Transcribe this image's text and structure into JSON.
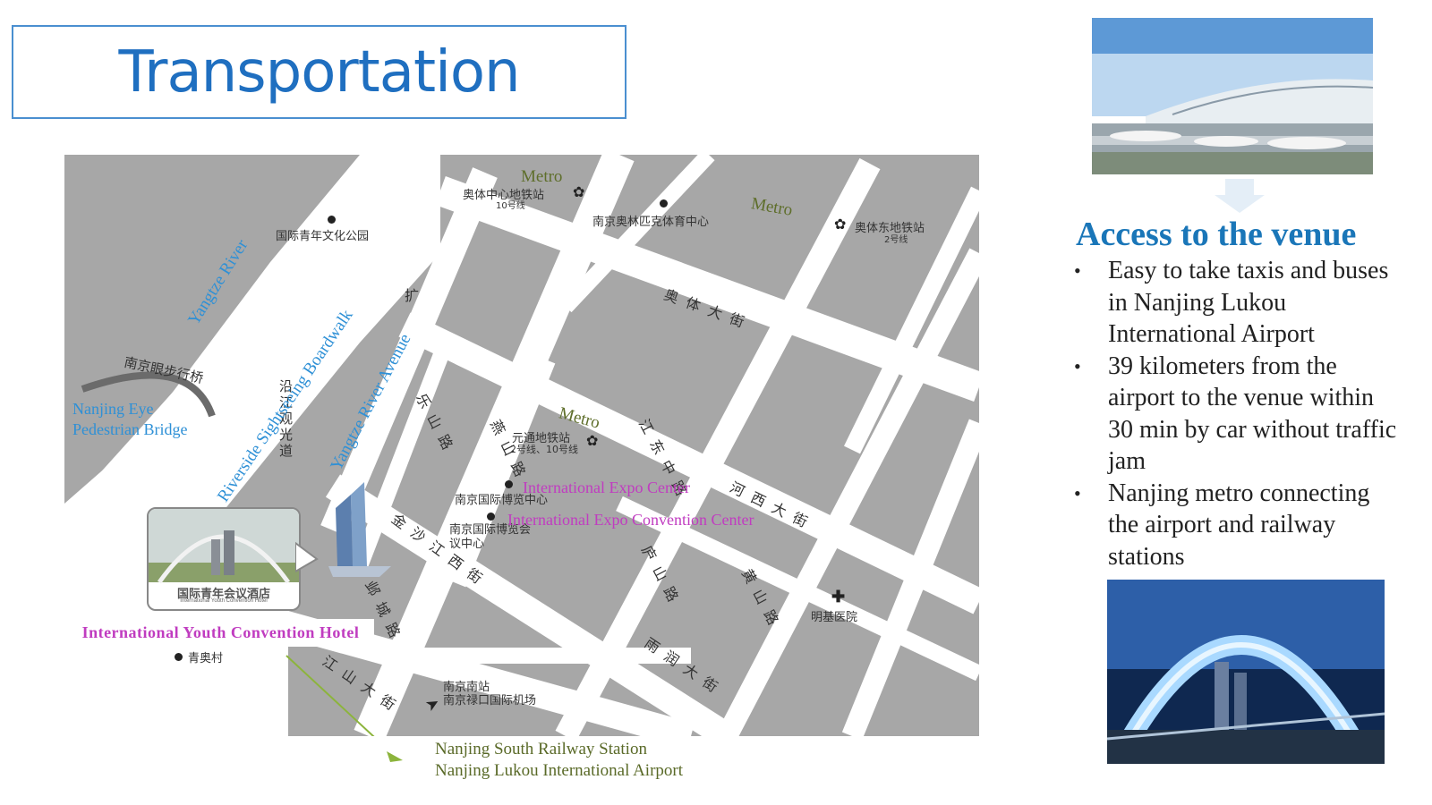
{
  "title": "Transportation",
  "map": {
    "metro_labels": [
      "Metro",
      "Metro",
      "Metro"
    ],
    "stations": {
      "ti_zhongxin": {
        "name": "奥体中心地铁站",
        "line": "10号线"
      },
      "ti_east": {
        "name": "奥体东地铁站",
        "line": "2号线"
      },
      "yuantong": {
        "name": "元通地铁站",
        "line": "2号线、10号线"
      }
    },
    "places": {
      "youth_park": "国际青年文化公园",
      "olympic_center": "南京奥林匹克体育中心",
      "expo_center_cn": "南京国际博览中心",
      "expo_convention_cn": "南京国际博览会议中心",
      "mingji_hospital": "明基医院",
      "qingaocun": "青奥村",
      "south_station_cn": "南京南站",
      "lukou_cn": "南京禄口国际机场",
      "eye_bridge_cn": "南京眼步行桥",
      "boardwalk_cn": "沿江观光道"
    },
    "roads": {
      "aoti": "奥体大街",
      "jiangdong": "江东中路",
      "hexi": "河西大街",
      "jinsha": "金沙江西街",
      "jiangshan": "江山大街",
      "lushan": "庐山路",
      "huangshan": "黄山路",
      "yuhe": "雨润大街",
      "leshan": "乐山路",
      "yanshan": "燕山路",
      "yecheng": "邺城路",
      "kuo": "扩"
    },
    "english_labels": {
      "yangtze_river": "Yangtze River",
      "boardwalk": "Riverside Sightseeing Boardwalk",
      "avenue": "Yangtze River Avenue",
      "eye_bridge_line1": "Nanjing Eye",
      "eye_bridge_line2": "Pedestrian Bridge",
      "expo_center": "International Expo Center",
      "expo_convention": "International Expo Convention Center"
    },
    "inset": {
      "name_cn": "国际青年会议酒店",
      "name_en": "International Youth Convention Hotel"
    }
  },
  "hotel_label": "International Youth Convention Hotel",
  "destinations": [
    "Nanjing South Railway Station",
    "Nanjing Lukou International Airport"
  ],
  "access": {
    "title": "Access to the venue",
    "bullets": [
      "Easy to take taxis and buses in Nanjing Lukou International Airport",
      "39 kilometers from the airport to the venue within 30 min by car without traffic jam",
      "Nanjing metro connecting the airport and railway stations"
    ]
  },
  "colors": {
    "title_blue": "#1f6fc0",
    "access_blue": "#1a76b8",
    "map_gray": "#a7a7a7",
    "label_pink": "#c03cc0",
    "metro_olive": "#5e6e2a",
    "river_blue": "#2e90d6",
    "arrow_green": "#8cb43c"
  },
  "icons": {
    "metro_station": "metro-station-icon",
    "hospital": "hospital-cross-icon",
    "arrow": "arrow-icon"
  }
}
